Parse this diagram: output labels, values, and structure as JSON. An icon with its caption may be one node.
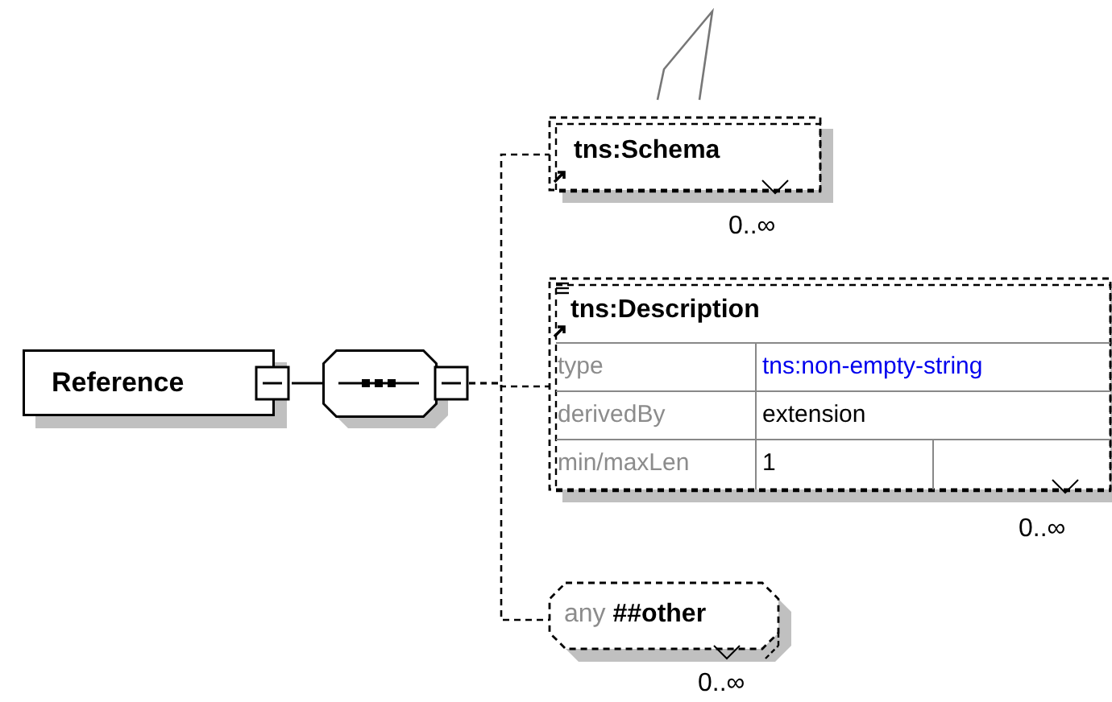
{
  "diagram": {
    "nodes": [
      {
        "text": [
          "Reference"
        ]
      },
      {
        "text": [],
        "shape": "octagon"
      },
      {
        "text": [
          "tns:Schema"
        ],
        "beside": [
          "0..∞"
        ]
      },
      {
        "text": [
          "tns:Description",
          "type",
          "tns:non-empty-string",
          "derivedBy",
          "extension",
          "min/maxLen",
          "1"
        ],
        "beside": [
          "0..∞"
        ]
      },
      {
        "text": [
          "any **##other**"
        ],
        "beside": [
          "0..∞"
        ]
      }
    ],
    "edges": [
      {
        "from": 0,
        "to": 1,
        "arrow": "none"
      },
      {
        "from": 1,
        "to": 2,
        "arrow": "none",
        "style": "dashed"
      },
      {
        "from": 1,
        "to": 3,
        "arrow": "none",
        "style": "dashed"
      },
      {
        "from": 1,
        "to": 4,
        "arrow": "none",
        "style": "dashed"
      }
    ]
  }
}
